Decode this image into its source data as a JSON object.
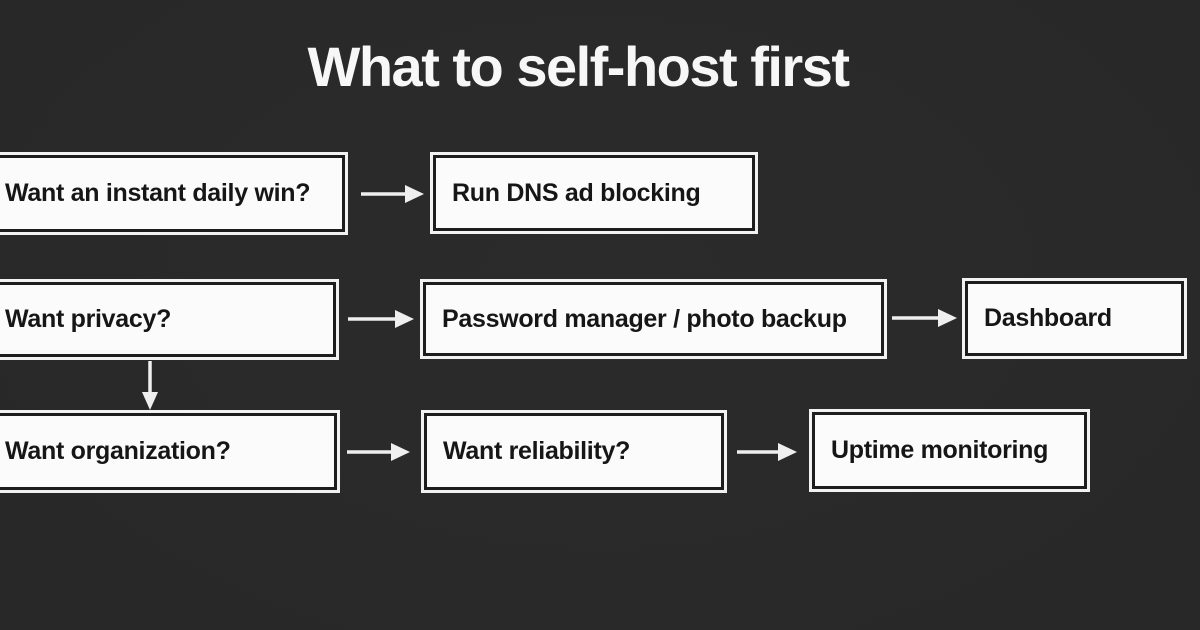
{
  "title": "What to self-host first",
  "colors": {
    "background": "#282828",
    "box_fill": "#fbfbfb",
    "box_border": "#1d1d1d",
    "box_outline": "#f2f2f2",
    "node_text": "#161616",
    "title_text": "#f7f7f7",
    "arrow": "#efefef"
  },
  "diagram": {
    "type": "flowchart",
    "nodes": {
      "daily_win": {
        "label": "Want an instant daily win?"
      },
      "dns_ad_blocking": {
        "label": "Run DNS ad blocking"
      },
      "privacy": {
        "label": "Want privacy?"
      },
      "password_photo": {
        "label": "Password manager / photo backup"
      },
      "dashboard": {
        "label": "Dashboard"
      },
      "organization": {
        "label": "Want organization?"
      },
      "reliability": {
        "label": "Want reliability?"
      },
      "uptime": {
        "label": "Uptime monitoring"
      }
    },
    "edges": [
      {
        "from": "daily_win",
        "to": "dns_ad_blocking",
        "direction": "right"
      },
      {
        "from": "privacy",
        "to": "password_photo",
        "direction": "right"
      },
      {
        "from": "password_photo",
        "to": "dashboard",
        "direction": "right"
      },
      {
        "from": "privacy",
        "to": "organization",
        "direction": "down"
      },
      {
        "from": "organization",
        "to": "reliability",
        "direction": "right"
      },
      {
        "from": "reliability",
        "to": "uptime",
        "direction": "right"
      }
    ]
  }
}
